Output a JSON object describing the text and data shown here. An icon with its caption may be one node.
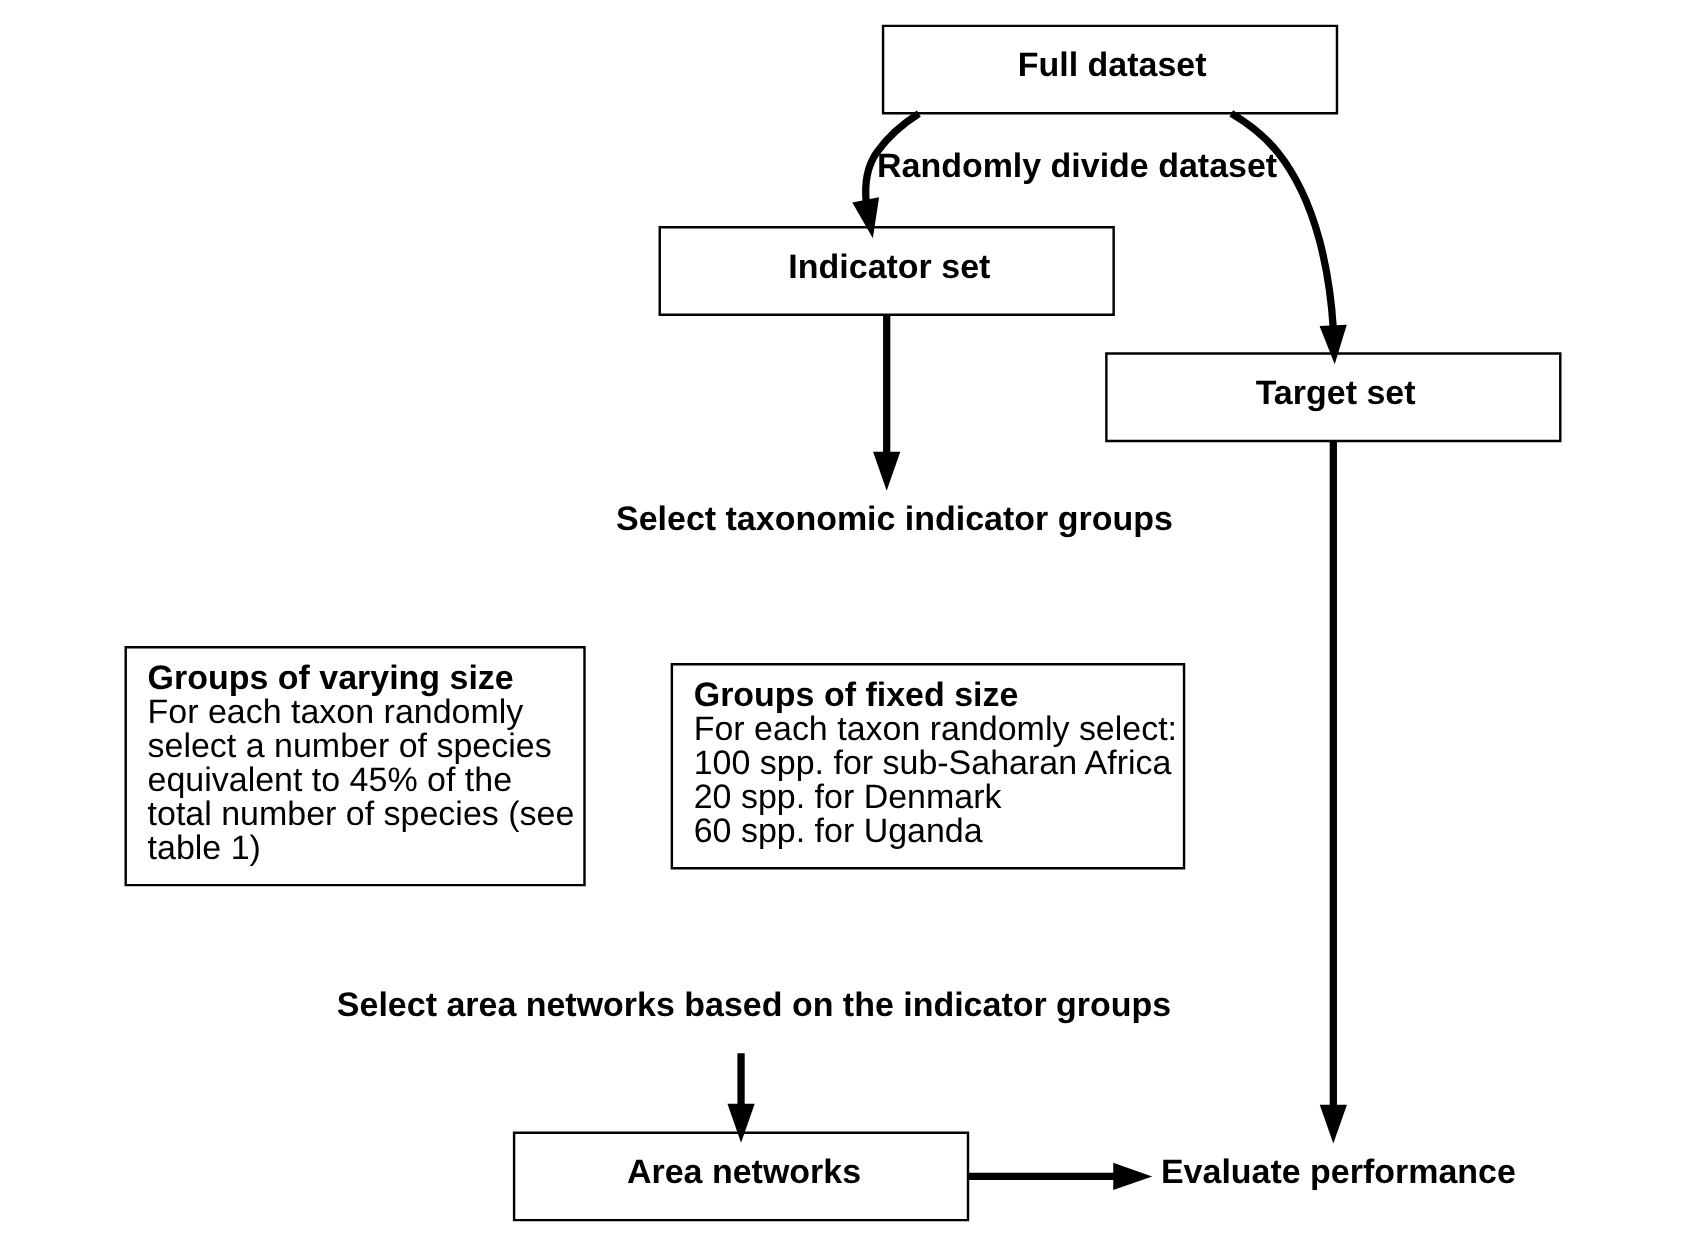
{
  "diagram": {
    "nodes": [
      {
        "text": [
          "Full dataset"
        ]
      },
      {
        "text": [
          "Indicator set"
        ]
      },
      {
        "text": [
          "Target set"
        ]
      },
      {
        "text": [
          "Select taxonomic indicator groups"
        ]
      },
      {
        "text": [
          "Groups of varying size",
          "For each taxon randomly select a number of species equivalent to 45% of the total number of species (see table 1)"
        ]
      },
      {
        "text": [
          "Groups of fixed size",
          "For each taxon randomly select:",
          "100 spp. for sub-Saharan Africa",
          "20 spp. for Denmark",
          "60 spp. for Uganda"
        ]
      },
      {
        "text": [
          "Select area networks based on the indicator groups"
        ]
      },
      {
        "text": [
          "Area networks"
        ]
      },
      {
        "text": [
          "Evaluate performance"
        ]
      }
    ],
    "edges": [
      {
        "from": 0,
        "to": 1,
        "arrow": "to",
        "label": "Randomly divide dataset"
      },
      {
        "from": 0,
        "to": 2,
        "arrow": "to"
      },
      {
        "from": 1,
        "to": 3,
        "arrow": "to"
      },
      {
        "from": 2,
        "to": 8,
        "arrow": "to"
      },
      {
        "from": 6,
        "to": 7,
        "arrow": "to"
      },
      {
        "from": 7,
        "to": 8,
        "arrow": "to"
      }
    ]
  }
}
